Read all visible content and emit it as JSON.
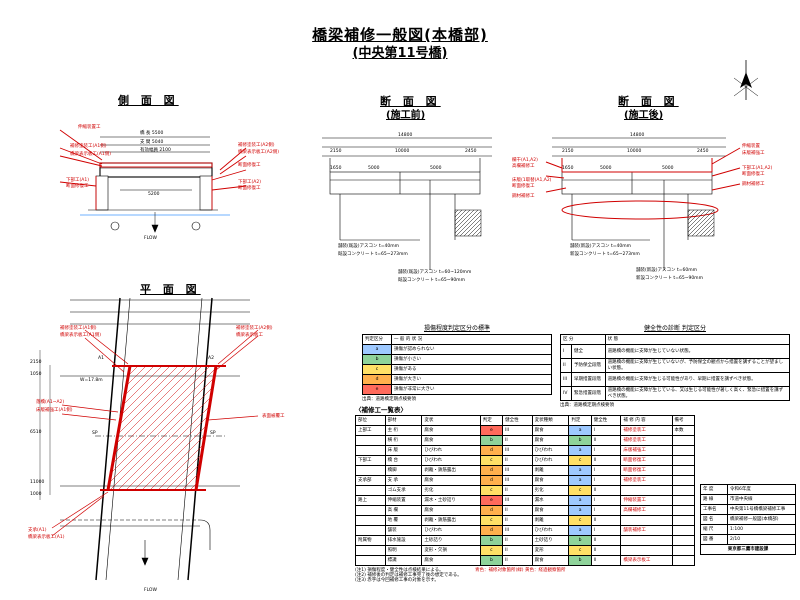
{
  "title": {
    "main": "橋梁補修一般図(本橋部)",
    "sub": "(中央第11号橋)"
  },
  "views": {
    "side": "側 面 図",
    "section_before": "断 面 図",
    "section_before_sub": "(施工前)",
    "section_after": "断 面 図",
    "section_after_sub": "(施工後)",
    "plan": "平 面 図"
  },
  "flow_label": "FLOW",
  "north_mark": "N",
  "side_view": {
    "dims": [
      "橋 長 5500",
      "支 間 5040",
      "有効幅員 2100",
      "5200"
    ],
    "labels_left": [
      "伸縮装置工",
      "補修塗装工(A1側)",
      "橋梁表示板工(A1側)",
      "下部工(A1)",
      "断面修復工"
    ],
    "labels_right": [
      "補修塗装工(A2側)",
      "橋梁表示板工(A2側)",
      "断面修復工",
      "下部工(A2)",
      "断面修復工"
    ]
  },
  "section_before": {
    "total_width": "14800",
    "dims": [
      "2150",
      "10000",
      "2450",
      "1650",
      "5000",
      "5000"
    ],
    "notes": [
      "舗装(既設)アスコン t=40mm",
      "既設コンクリート t=65~273mm",
      "舗装(既設)アスコン t=60~120mm",
      "既設コンクリート t=65~90mm"
    ]
  },
  "section_after": {
    "total_width": "14800",
    "dims": [
      "2150",
      "10000",
      "2450",
      "1650",
      "5000",
      "5000"
    ],
    "labels_left": [
      "欄干(A1,A2)",
      "高欄補修工",
      "床版(1取替(A1,A2)",
      "断面修復工",
      "鋼材補修工"
    ],
    "labels_right": [
      "伸縮装置",
      "床版補強工",
      "下部工(A1,A2)",
      "断面修復工",
      "鋼材補修工"
    ],
    "notes": [
      "舗装(新設)アスコン t=40mm",
      "新設コンクリート t=65~273mm",
      "舗装(新設)アスコン t=60mm",
      "新設コンクリート t=65~90mm"
    ]
  },
  "plan_view": {
    "labels_left": [
      "補修塗装工(A1側)",
      "橋梁表示板工(A1側)",
      "落橋(A1~A2)",
      "床版補強工(A1側)",
      "支承(A1)",
      "橋梁表示板工(A1)"
    ],
    "labels_right": [
      "補修塗装工(A2側)",
      "橋梁表示板工",
      "表面被覆工"
    ],
    "markers": [
      "A1",
      "A2",
      "SP",
      "SP"
    ],
    "dims": [
      "W=17.8m",
      "2150",
      "1050",
      "6510",
      "11000",
      "1000"
    ]
  },
  "legend_health": {
    "title": "損傷程度判定区分の標準",
    "header": [
      "判定区分",
      "一 般 的 状 況"
    ],
    "rows": [
      {
        "code": "a",
        "text": "損傷が認められない",
        "color": "#9ec9ff"
      },
      {
        "code": "b",
        "text": "損傷が小さい",
        "color": "#8fd39a"
      },
      {
        "code": "c",
        "text": "損傷がある",
        "color": "#ffe066"
      },
      {
        "code": "d",
        "text": "損傷が大きい",
        "color": "#ffb04d"
      },
      {
        "code": "e",
        "text": "損傷が非常に大きい",
        "color": "#ff6a5c"
      }
    ],
    "note": "出典：道路橋定期点検要領"
  },
  "legend_soundness": {
    "title": "健全性の診断 判定区分",
    "header": [
      "区 分",
      "状 態"
    ],
    "rows": [
      {
        "code": "I",
        "name": "健全",
        "text": "道路橋の機能に支障が生じていない状態。"
      },
      {
        "code": "II",
        "name": "予防保全段階",
        "text": "道路橋の機能に支障が生じていないが、予防保全の観点から措置を講ずることが望ましい状態。"
      },
      {
        "code": "III",
        "name": "早期措置段階",
        "text": "道路橋の機能に支障が生じる可能性があり、早期に措置を講ずべき状態。"
      },
      {
        "code": "IV",
        "name": "緊急措置段階",
        "text": "道路橋の機能に支障が生じている、又は生じる可能性が著しく高く、緊急に措置を講ずべき状態。"
      }
    ],
    "note": "出典：道路橋定期点検要領"
  },
  "repair_table": {
    "title": "〈補修工一覧表〉",
    "header": [
      "部位",
      "部材",
      "変状",
      "判定",
      "健全性",
      "変状種類",
      "判定",
      "健全性",
      "補 修 内 容",
      "備考"
    ],
    "rows": [
      {
        "part": "上部工",
        "member": "主 桁",
        "defect": "腐食",
        "grade": "e",
        "soundness": "III",
        "after": "腐食",
        "g2": "a",
        "s2": "I",
        "repair": "補修塗装工",
        "note": "本数"
      },
      {
        "part": "",
        "member": "横 桁",
        "defect": "腐食",
        "grade": "b",
        "soundness": "II",
        "after": "腐食",
        "g2": "b",
        "s2": "II",
        "repair": "補修塗装工",
        "note": ""
      },
      {
        "part": "",
        "member": "床 版",
        "defect": "ひびわれ",
        "grade": "d",
        "soundness": "III",
        "after": "ひびわれ",
        "g2": "a",
        "s2": "I",
        "repair": "床版補強工",
        "note": ""
      },
      {
        "part": "下部工",
        "member": "橋 台",
        "defect": "ひびわれ",
        "grade": "c",
        "soundness": "II",
        "after": "ひびわれ",
        "g2": "c",
        "s2": "II",
        "repair": "断面修復工",
        "note": ""
      },
      {
        "part": "",
        "member": "橋脚",
        "defect": "剥離・鉄筋露出",
        "grade": "d",
        "soundness": "III",
        "after": "剥離",
        "g2": "a",
        "s2": "I",
        "repair": "断面修復工",
        "note": ""
      },
      {
        "part": "支承部",
        "member": "支 承",
        "defect": "腐食",
        "grade": "d",
        "soundness": "III",
        "after": "腐食",
        "g2": "a",
        "s2": "I",
        "repair": "補修塗装工",
        "note": ""
      },
      {
        "part": "",
        "member": "ゴム支承",
        "defect": "劣化",
        "grade": "c",
        "soundness": "II",
        "after": "劣化",
        "g2": "c",
        "s2": "II",
        "repair": "",
        "note": ""
      },
      {
        "part": "路上",
        "member": "伸縮装置",
        "defect": "漏水・土砂詰り",
        "grade": "e",
        "soundness": "III",
        "after": "漏水",
        "g2": "a",
        "s2": "I",
        "repair": "伸縮装置工",
        "note": ""
      },
      {
        "part": "",
        "member": "高 欄",
        "defect": "腐食",
        "grade": "d",
        "soundness": "II",
        "after": "腐食",
        "g2": "a",
        "s2": "I",
        "repair": "高欄補修工",
        "note": ""
      },
      {
        "part": "",
        "member": "地 覆",
        "defect": "剥離・鉄筋露出",
        "grade": "c",
        "soundness": "II",
        "after": "剥離",
        "g2": "c",
        "s2": "II",
        "repair": "",
        "note": ""
      },
      {
        "part": "",
        "member": "舗装",
        "defect": "ひびわれ",
        "grade": "d",
        "soundness": "III",
        "after": "ひびわれ",
        "g2": "a",
        "s2": "I",
        "repair": "舗装補修工",
        "note": ""
      },
      {
        "part": "附属物",
        "member": "排水施設",
        "defect": "土砂詰り",
        "grade": "b",
        "soundness": "II",
        "after": "土砂詰り",
        "g2": "b",
        "s2": "II",
        "repair": "",
        "note": ""
      },
      {
        "part": "",
        "member": "照明",
        "defect": "変形・欠損",
        "grade": "c",
        "soundness": "II",
        "after": "変形",
        "g2": "c",
        "s2": "II",
        "repair": "",
        "note": ""
      },
      {
        "part": "",
        "member": "標識",
        "defect": "腐食",
        "grade": "b",
        "soundness": "II",
        "after": "腐食",
        "g2": "b",
        "s2": "II",
        "repair": "橋梁表示板工",
        "note": ""
      }
    ],
    "notes": [
      "(注1) 損傷程度・健全性は点検結果による。",
      "(注2) 補修後の判定は補修工事完了後の想定である。",
      "(注3) 赤字は今回補修工事の対象を示す。"
    ],
    "note_right": "青色：補修対象箇所(緑)  黄色：経過観察箇所"
  },
  "title_block": {
    "rows": [
      {
        "k": "年 度",
        "v": "令和6年度"
      },
      {
        "k": "路 線",
        "v": "市道中央線"
      },
      {
        "k": "工事名",
        "v": "中央第11号橋橋梁補修工事"
      },
      {
        "k": "図 名",
        "v": "橋梁補修一般図(本橋部)"
      },
      {
        "k": "縮 尺",
        "v": "1:100"
      },
      {
        "k": "図 番",
        "v": "2/10"
      }
    ],
    "org": "東京都三鷹市建設課"
  }
}
